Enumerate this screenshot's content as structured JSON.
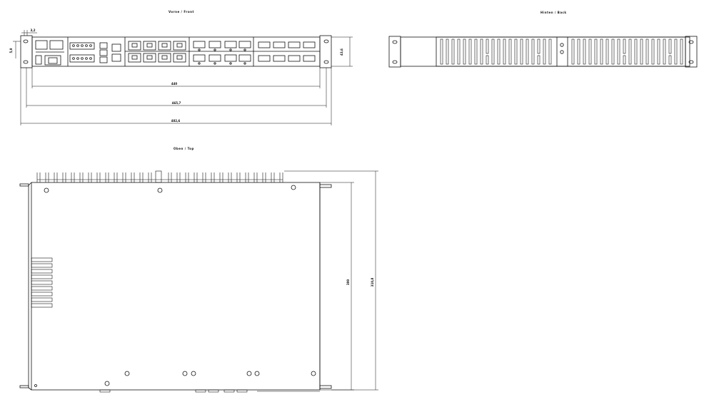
{
  "views": {
    "front": {
      "title": "Vorne / Front"
    },
    "back": {
      "title": "Hinten / Back"
    },
    "top": {
      "title": "Oben / Top"
    }
  },
  "dimensions": {
    "front_width_inner": "440",
    "front_width_flange": "465,7",
    "front_width_total": "482,6",
    "front_height": "43,6",
    "front_ear_offset": "5,9",
    "front_hole": "3,2",
    "top_depth_inner": "300",
    "top_depth_total": "310,8"
  },
  "colors": {
    "line": "#111111",
    "background": "#ffffff"
  }
}
